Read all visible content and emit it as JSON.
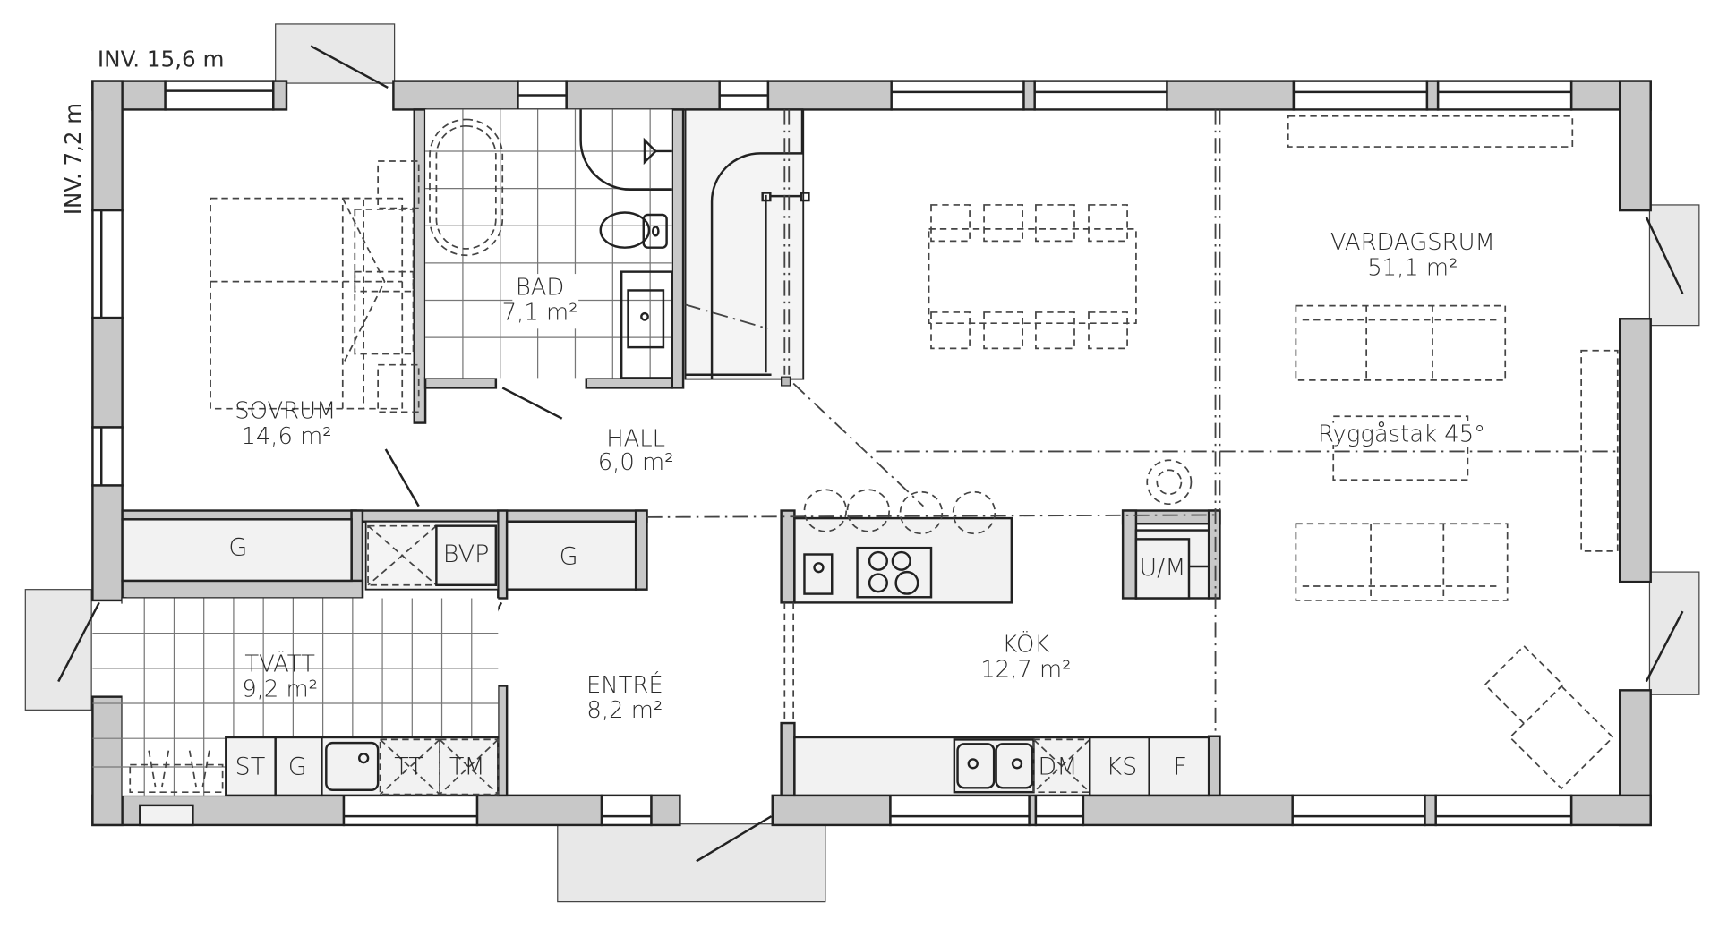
{
  "plan": {
    "title": "Floor plan",
    "dimensions": {
      "width_label": "INV. 15,6 m",
      "depth_label": "INV. 7,2 m"
    },
    "rooms": [
      {
        "id": "sovrum",
        "name": "SOVRUM",
        "area": "14,6 m²"
      },
      {
        "id": "bad",
        "name": "BAD",
        "area": "7,1 m²"
      },
      {
        "id": "hall",
        "name": "HALL",
        "area": "6,0 m²"
      },
      {
        "id": "tvatt",
        "name": "TVÄTT",
        "area": "9,2 m²"
      },
      {
        "id": "entre",
        "name": "ENTRÉ",
        "area": "8,2 m²"
      },
      {
        "id": "kok",
        "name": "KÖK",
        "area": "12,7 m²"
      },
      {
        "id": "vardagsrum",
        "name": "VARDAGSRUM",
        "area": "51,1 m²"
      }
    ],
    "annotations": {
      "roof": "Ryggåstak 45°"
    },
    "fixtures": {
      "wardrobe_left": "G",
      "heat_pump": "BVP",
      "wardrobe_right": "G",
      "laundry_cabinet_st": "ST",
      "laundry_cabinet_g": "G",
      "dryer": "TT",
      "washer": "TM",
      "oven_micro": "U/M",
      "dishwasher": "DM",
      "fridge_freezer": "KS",
      "freezer": "F"
    },
    "colors": {
      "wall": "#c8c8c8",
      "step": "#e8e8e8",
      "fixture": "#f2f2f2",
      "line": "#222222"
    }
  }
}
